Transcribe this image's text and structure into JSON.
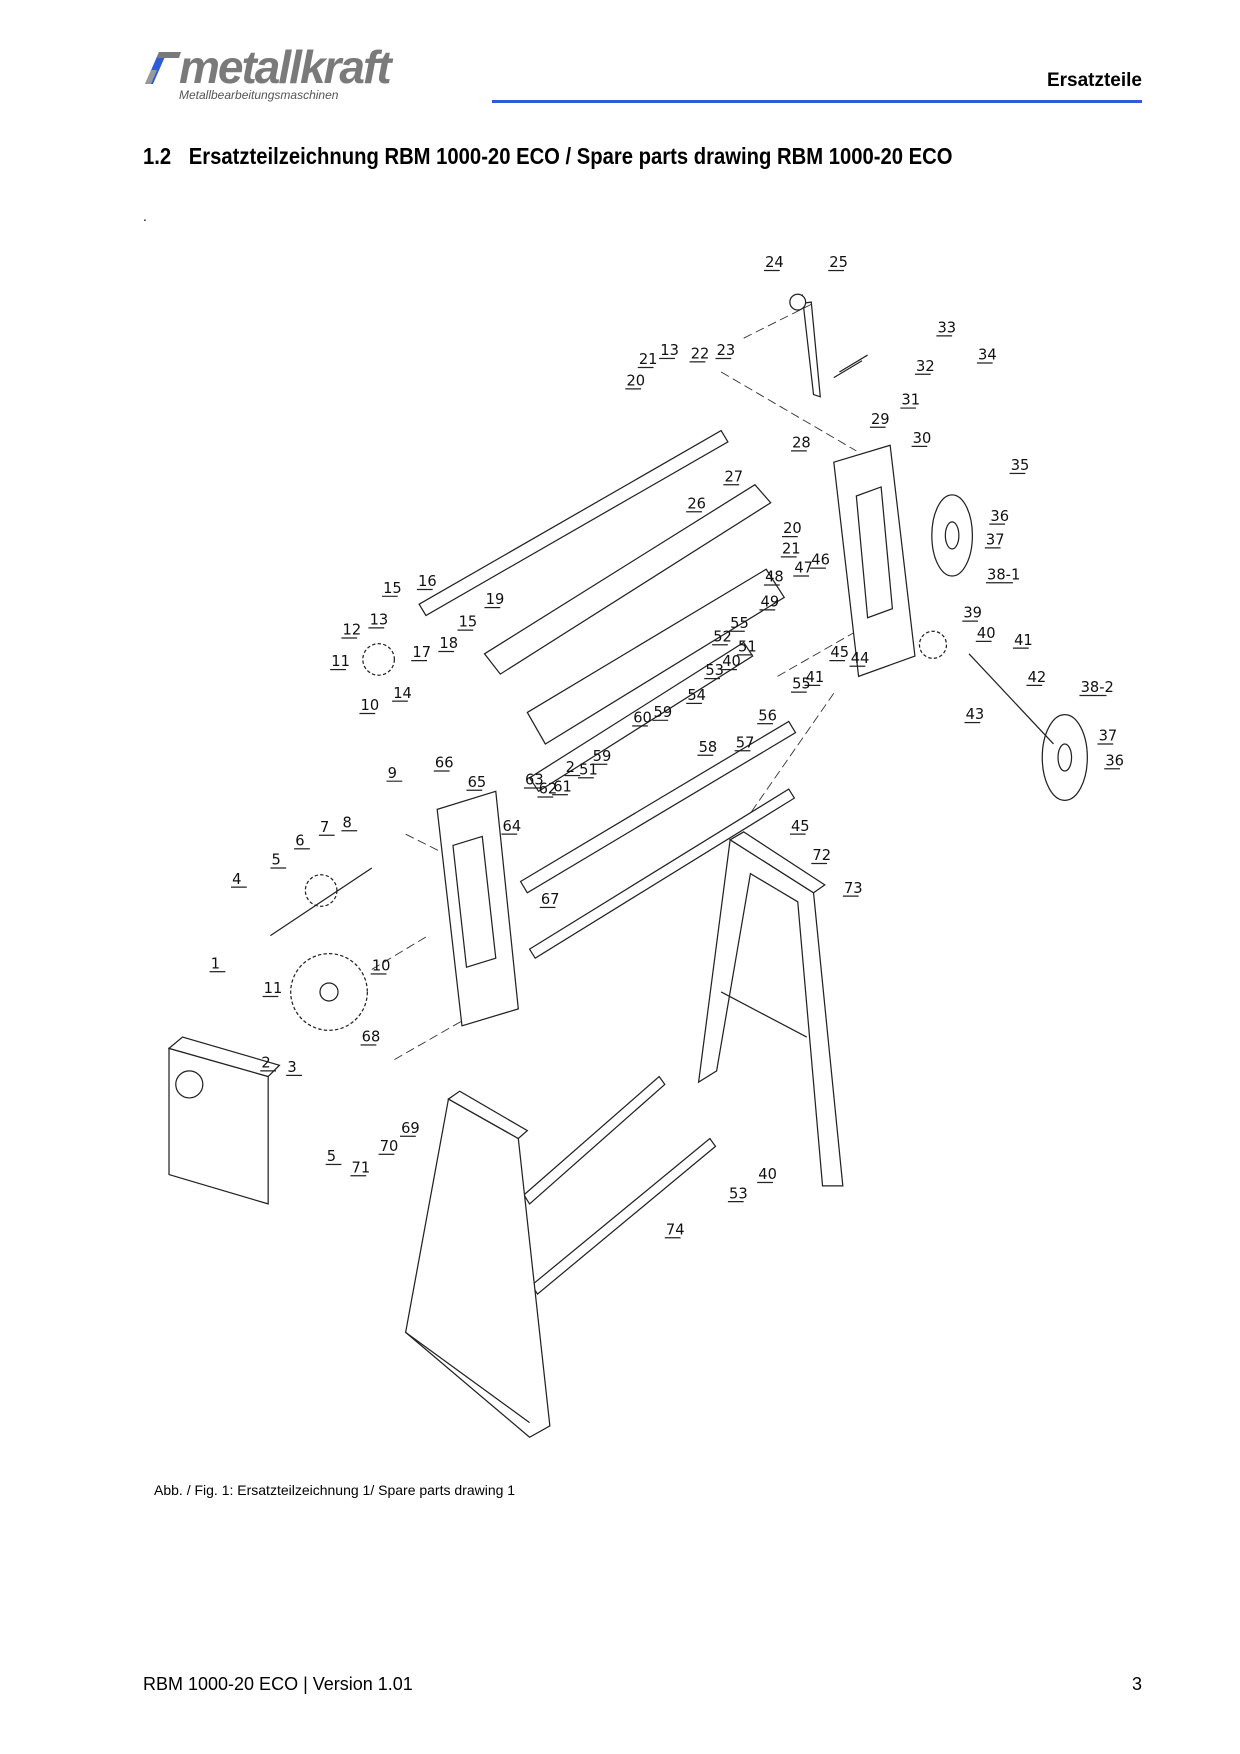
{
  "header": {
    "logo_text": "metallkraft",
    "logo_subtitle": "Metallbearbeitungsmaschinen",
    "section": "Ersatzteile",
    "accent_color": "#2e5bd6"
  },
  "title": {
    "number": "1.2",
    "text": "Ersatzteilzeichnung RBM 1000-20 ECO / Spare parts drawing RBM 1000-20 ECO"
  },
  "dot": ".",
  "drawing": {
    "callouts": [
      "24",
      "25",
      "33",
      "34",
      "21",
      "13",
      "22",
      "23",
      "20",
      "32",
      "31",
      "29",
      "30",
      "35",
      "28",
      "27",
      "26",
      "36",
      "37",
      "20",
      "21",
      "47",
      "46",
      "48",
      "38-1",
      "15",
      "16",
      "19",
      "13",
      "15",
      "12",
      "17",
      "18",
      "11",
      "14",
      "49",
      "55",
      "52",
      "51",
      "45",
      "44",
      "39",
      "40",
      "41",
      "42",
      "53",
      "40",
      "54",
      "41",
      "55",
      "56",
      "43",
      "38-2",
      "10",
      "60",
      "59",
      "58",
      "57",
      "37",
      "36",
      "9",
      "66",
      "65",
      "2",
      "51",
      "59",
      "62",
      "61",
      "63",
      "64",
      "45",
      "72",
      "7",
      "8",
      "6",
      "5",
      "73",
      "4",
      "67",
      "10",
      "1",
      "11",
      "68",
      "2",
      "3",
      "69",
      "5",
      "71",
      "70",
      "40",
      "53",
      "74"
    ]
  },
  "caption": "Abb. / Fig. 1: Ersatzteilzeichnung 1/ Spare parts drawing 1",
  "footer": {
    "doc": "RBM 1000-20 ECO | Version 1.01",
    "page": "3"
  }
}
